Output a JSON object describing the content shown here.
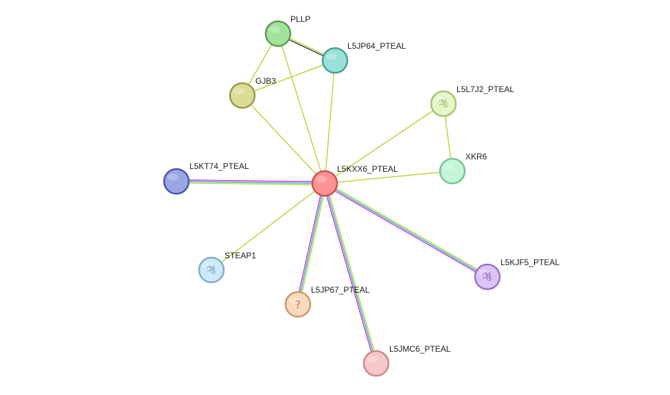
{
  "network": {
    "nodes": [
      {
        "id": "PLLP",
        "label": "PLLP",
        "fill": "#a1e39a",
        "stroke": "#5c9b52",
        "glyph": ""
      },
      {
        "id": "L5JP64_PTEAL",
        "label": "L5JP64_PTEAL",
        "fill": "#97e1d8",
        "stroke": "#4a9f96",
        "glyph": ""
      },
      {
        "id": "GJB3",
        "label": "GJB3",
        "fill": "#dcdc96",
        "stroke": "#9a9a50",
        "glyph": ""
      },
      {
        "id": "L5L7J2_PTEAL",
        "label": "L5L7J2_PTEAL",
        "fill": "#e8f5c8",
        "stroke": "#a3c473",
        "glyph": "protein-structure-icon"
      },
      {
        "id": "L5KT74_PTEAL",
        "label": "L5KT74_PTEAL",
        "fill": "#9aa5e3",
        "stroke": "#4b57a3",
        "glyph": ""
      },
      {
        "id": "L5KXX6_PTEAL",
        "label": "L5KXX6_PTEAL",
        "fill": "#ff9191",
        "stroke": "#c75555",
        "glyph": ""
      },
      {
        "id": "XKR6",
        "label": "XKR6",
        "fill": "#c3f5d6",
        "stroke": "#77c496",
        "glyph": ""
      },
      {
        "id": "STEAP1",
        "label": "STEAP1",
        "fill": "#cde9f7",
        "stroke": "#7ab0cc",
        "glyph": "protein-structure-icon"
      },
      {
        "id": "L5KJF5_PTEAL",
        "label": "L5KJF5_PTEAL",
        "fill": "#dcc3f5",
        "stroke": "#9a72c7",
        "glyph": "protein-structure-icon"
      },
      {
        "id": "L5JP67_PTEAL",
        "label": "L5JP67_PTEAL",
        "fill": "#f9d9bc",
        "stroke": "#c89a6e",
        "glyph": "?"
      },
      {
        "id": "L5JMC6_PTEAL",
        "label": "L5JMC6_PTEAL",
        "fill": "#f7c6c6",
        "stroke": "#c88a8a",
        "glyph": ""
      }
    ],
    "edges": [
      {
        "source": "PLLP",
        "target": "L5JP64_PTEAL",
        "evidence": [
          "text-mining",
          "co-expression"
        ]
      },
      {
        "source": "PLLP",
        "target": "GJB3",
        "evidence": [
          "text-mining"
        ]
      },
      {
        "source": "PLLP",
        "target": "L5KXX6_PTEAL",
        "evidence": [
          "text-mining"
        ]
      },
      {
        "source": "L5JP64_PTEAL",
        "target": "GJB3",
        "evidence": [
          "text-mining"
        ]
      },
      {
        "source": "L5JP64_PTEAL",
        "target": "L5KXX6_PTEAL",
        "evidence": [
          "text-mining"
        ]
      },
      {
        "source": "GJB3",
        "target": "L5KXX6_PTEAL",
        "evidence": [
          "text-mining"
        ]
      },
      {
        "source": "L5L7J2_PTEAL",
        "target": "L5KXX6_PTEAL",
        "evidence": [
          "text-mining"
        ]
      },
      {
        "source": "L5L7J2_PTEAL",
        "target": "XKR6",
        "evidence": [
          "text-mining"
        ]
      },
      {
        "source": "XKR6",
        "target": "L5KXX6_PTEAL",
        "evidence": [
          "text-mining"
        ]
      },
      {
        "source": "STEAP1",
        "target": "L5KXX6_PTEAL",
        "evidence": [
          "text-mining"
        ]
      },
      {
        "source": "L5KT74_PTEAL",
        "target": "L5KXX6_PTEAL",
        "evidence": [
          "experiments",
          "database",
          "text-mining"
        ]
      },
      {
        "source": "L5KJF5_PTEAL",
        "target": "L5KXX6_PTEAL",
        "evidence": [
          "experiments",
          "database",
          "text-mining"
        ]
      },
      {
        "source": "L5JP67_PTEAL",
        "target": "L5KXX6_PTEAL",
        "evidence": [
          "experiments",
          "database",
          "text-mining"
        ]
      },
      {
        "source": "L5JMC6_PTEAL",
        "target": "L5KXX6_PTEAL",
        "evidence": [
          "experiments",
          "database",
          "text-mining"
        ]
      }
    ],
    "evidence_colors": {
      "experiments": "#d03ad0",
      "database": "#35b0d8",
      "text-mining": "#b6d93a",
      "co-expression": "#333333"
    }
  }
}
